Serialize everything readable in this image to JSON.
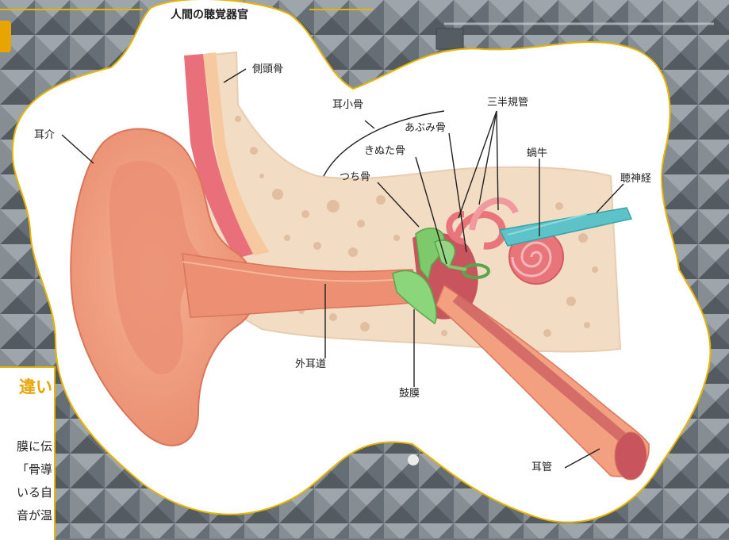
{
  "diagram": {
    "title": "人間の聴覚器官",
    "labels": {
      "temporal_bone": "側頭骨",
      "auricle": "耳介",
      "ossicles": "耳小骨",
      "stapes": "あぶみ骨",
      "incus": "きぬた骨",
      "malleus": "つち骨",
      "semicircular_canals": "三半規管",
      "cochlea": "蝸牛",
      "auditory_nerve": "聴神経",
      "ear_canal": "外耳道",
      "eardrum": "鼓膜",
      "eustachian_tube": "耳管"
    }
  },
  "sidebar": {
    "heading": "違い",
    "lines": [
      "膜に伝",
      "「骨導",
      "いる自",
      "音が温"
    ]
  },
  "colors": {
    "accent": "#e8a400",
    "skin": "#f2a07f",
    "bone": "#f3dcc4",
    "ossicle": "#7dc96c",
    "inner_ear": "#e8757a",
    "nerve": "#5ec3c8"
  }
}
